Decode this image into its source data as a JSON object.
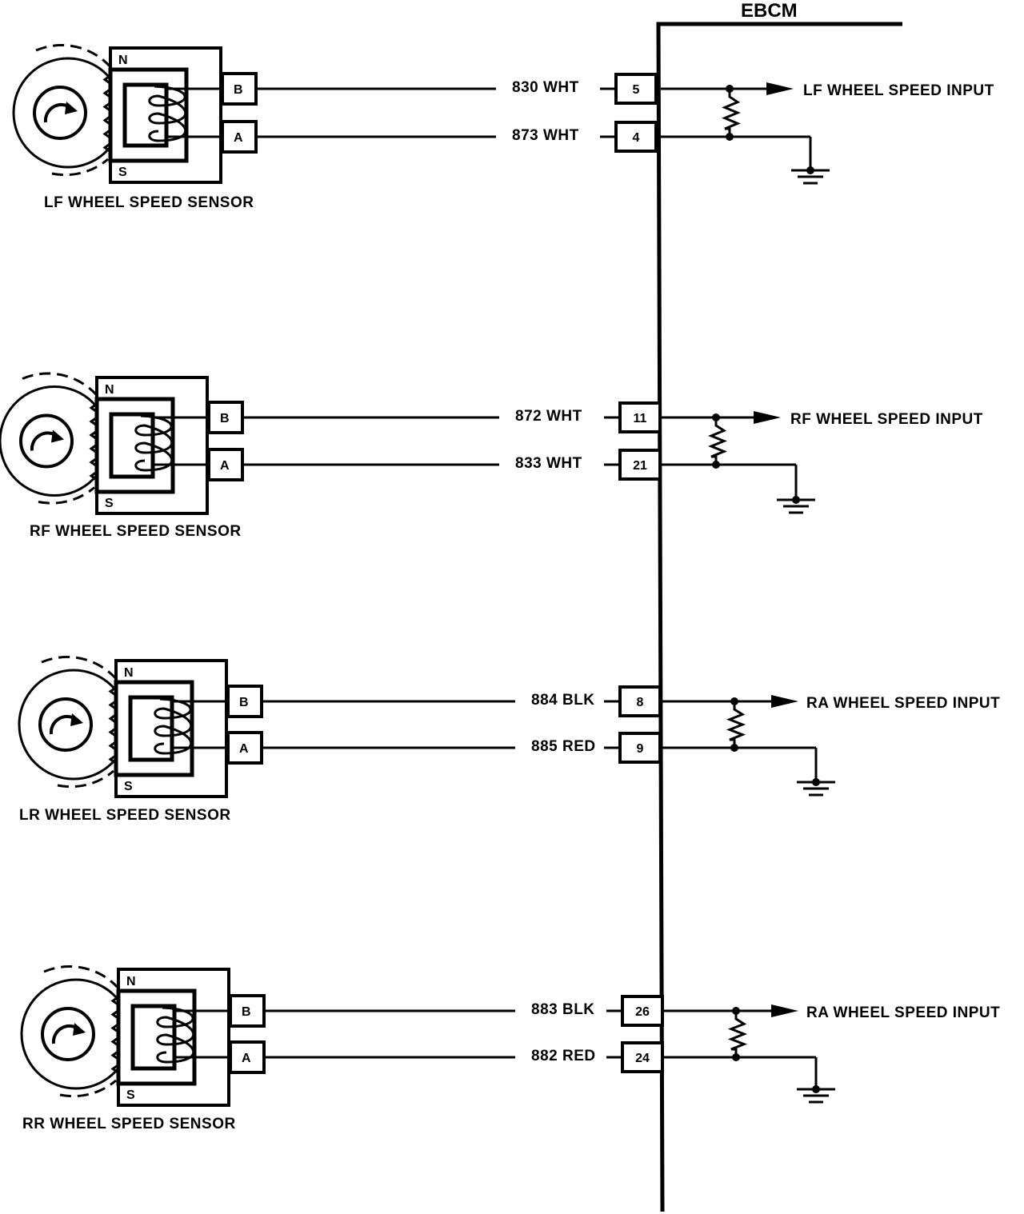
{
  "module": {
    "title": "EBCM"
  },
  "sensors": [
    {
      "name": "LF WHEEL SPEED SENSOR",
      "pole_north": "N",
      "pole_south": "S",
      "terminal_b": "B",
      "terminal_a": "A",
      "wire_b": "830 WHT",
      "wire_a": "873 WHT",
      "pin_b": "5",
      "pin_a": "4",
      "output": "LF WHEEL SPEED INPUT"
    },
    {
      "name": "RF WHEEL SPEED SENSOR",
      "pole_north": "N",
      "pole_south": "S",
      "terminal_b": "B",
      "terminal_a": "A",
      "wire_b": "872 WHT",
      "wire_a": "833 WHT",
      "pin_b": "11",
      "pin_a": "21",
      "output": "RF WHEEL SPEED INPUT"
    },
    {
      "name": "LR WHEEL SPEED SENSOR",
      "pole_north": "N",
      "pole_south": "S",
      "terminal_b": "B",
      "terminal_a": "A",
      "wire_b": "884 BLK",
      "wire_a": "885 RED",
      "pin_b": "8",
      "pin_a": "9",
      "output": "RA WHEEL SPEED INPUT"
    },
    {
      "name": "RR WHEEL SPEED SENSOR",
      "pole_north": "N",
      "pole_south": "S",
      "terminal_b": "B",
      "terminal_a": "A",
      "wire_b": "883 BLK",
      "wire_a": "882 RED",
      "pin_b": "26",
      "pin_a": "24",
      "output": "RA WHEEL SPEED INPUT"
    }
  ]
}
